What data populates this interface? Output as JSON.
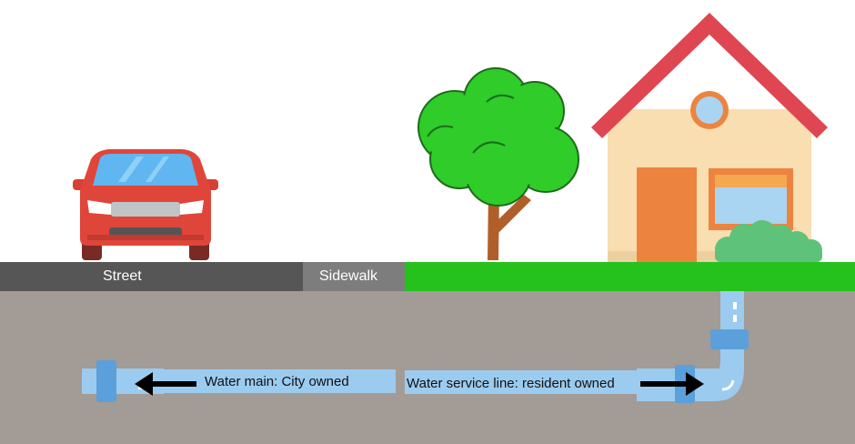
{
  "labels": {
    "street": "Street",
    "sidewalk": "Sidewalk",
    "water_main": "Water main: City owned",
    "service_line": "Water service line: resident owned"
  },
  "colors": {
    "sky": "#ffffff",
    "street": "#565656",
    "sidewalk": "#7d7d7d",
    "grass": "#25c21d",
    "soil": "#a39b95",
    "pipe": "#9ccbf0",
    "pipe_fitting": "#5b9fdb",
    "car_body": "#e0453a",
    "house_wall": "#f8deb0",
    "roof": "#df4651",
    "door": "#ec8440",
    "tree_leaves": "#2fcc2a",
    "tree_trunk": "#b05f2a",
    "arrow": "#000000"
  },
  "icons": [
    "car-icon",
    "tree-icon",
    "house-icon",
    "shrub-icon",
    "arrow-left-icon",
    "arrow-right-icon"
  ]
}
